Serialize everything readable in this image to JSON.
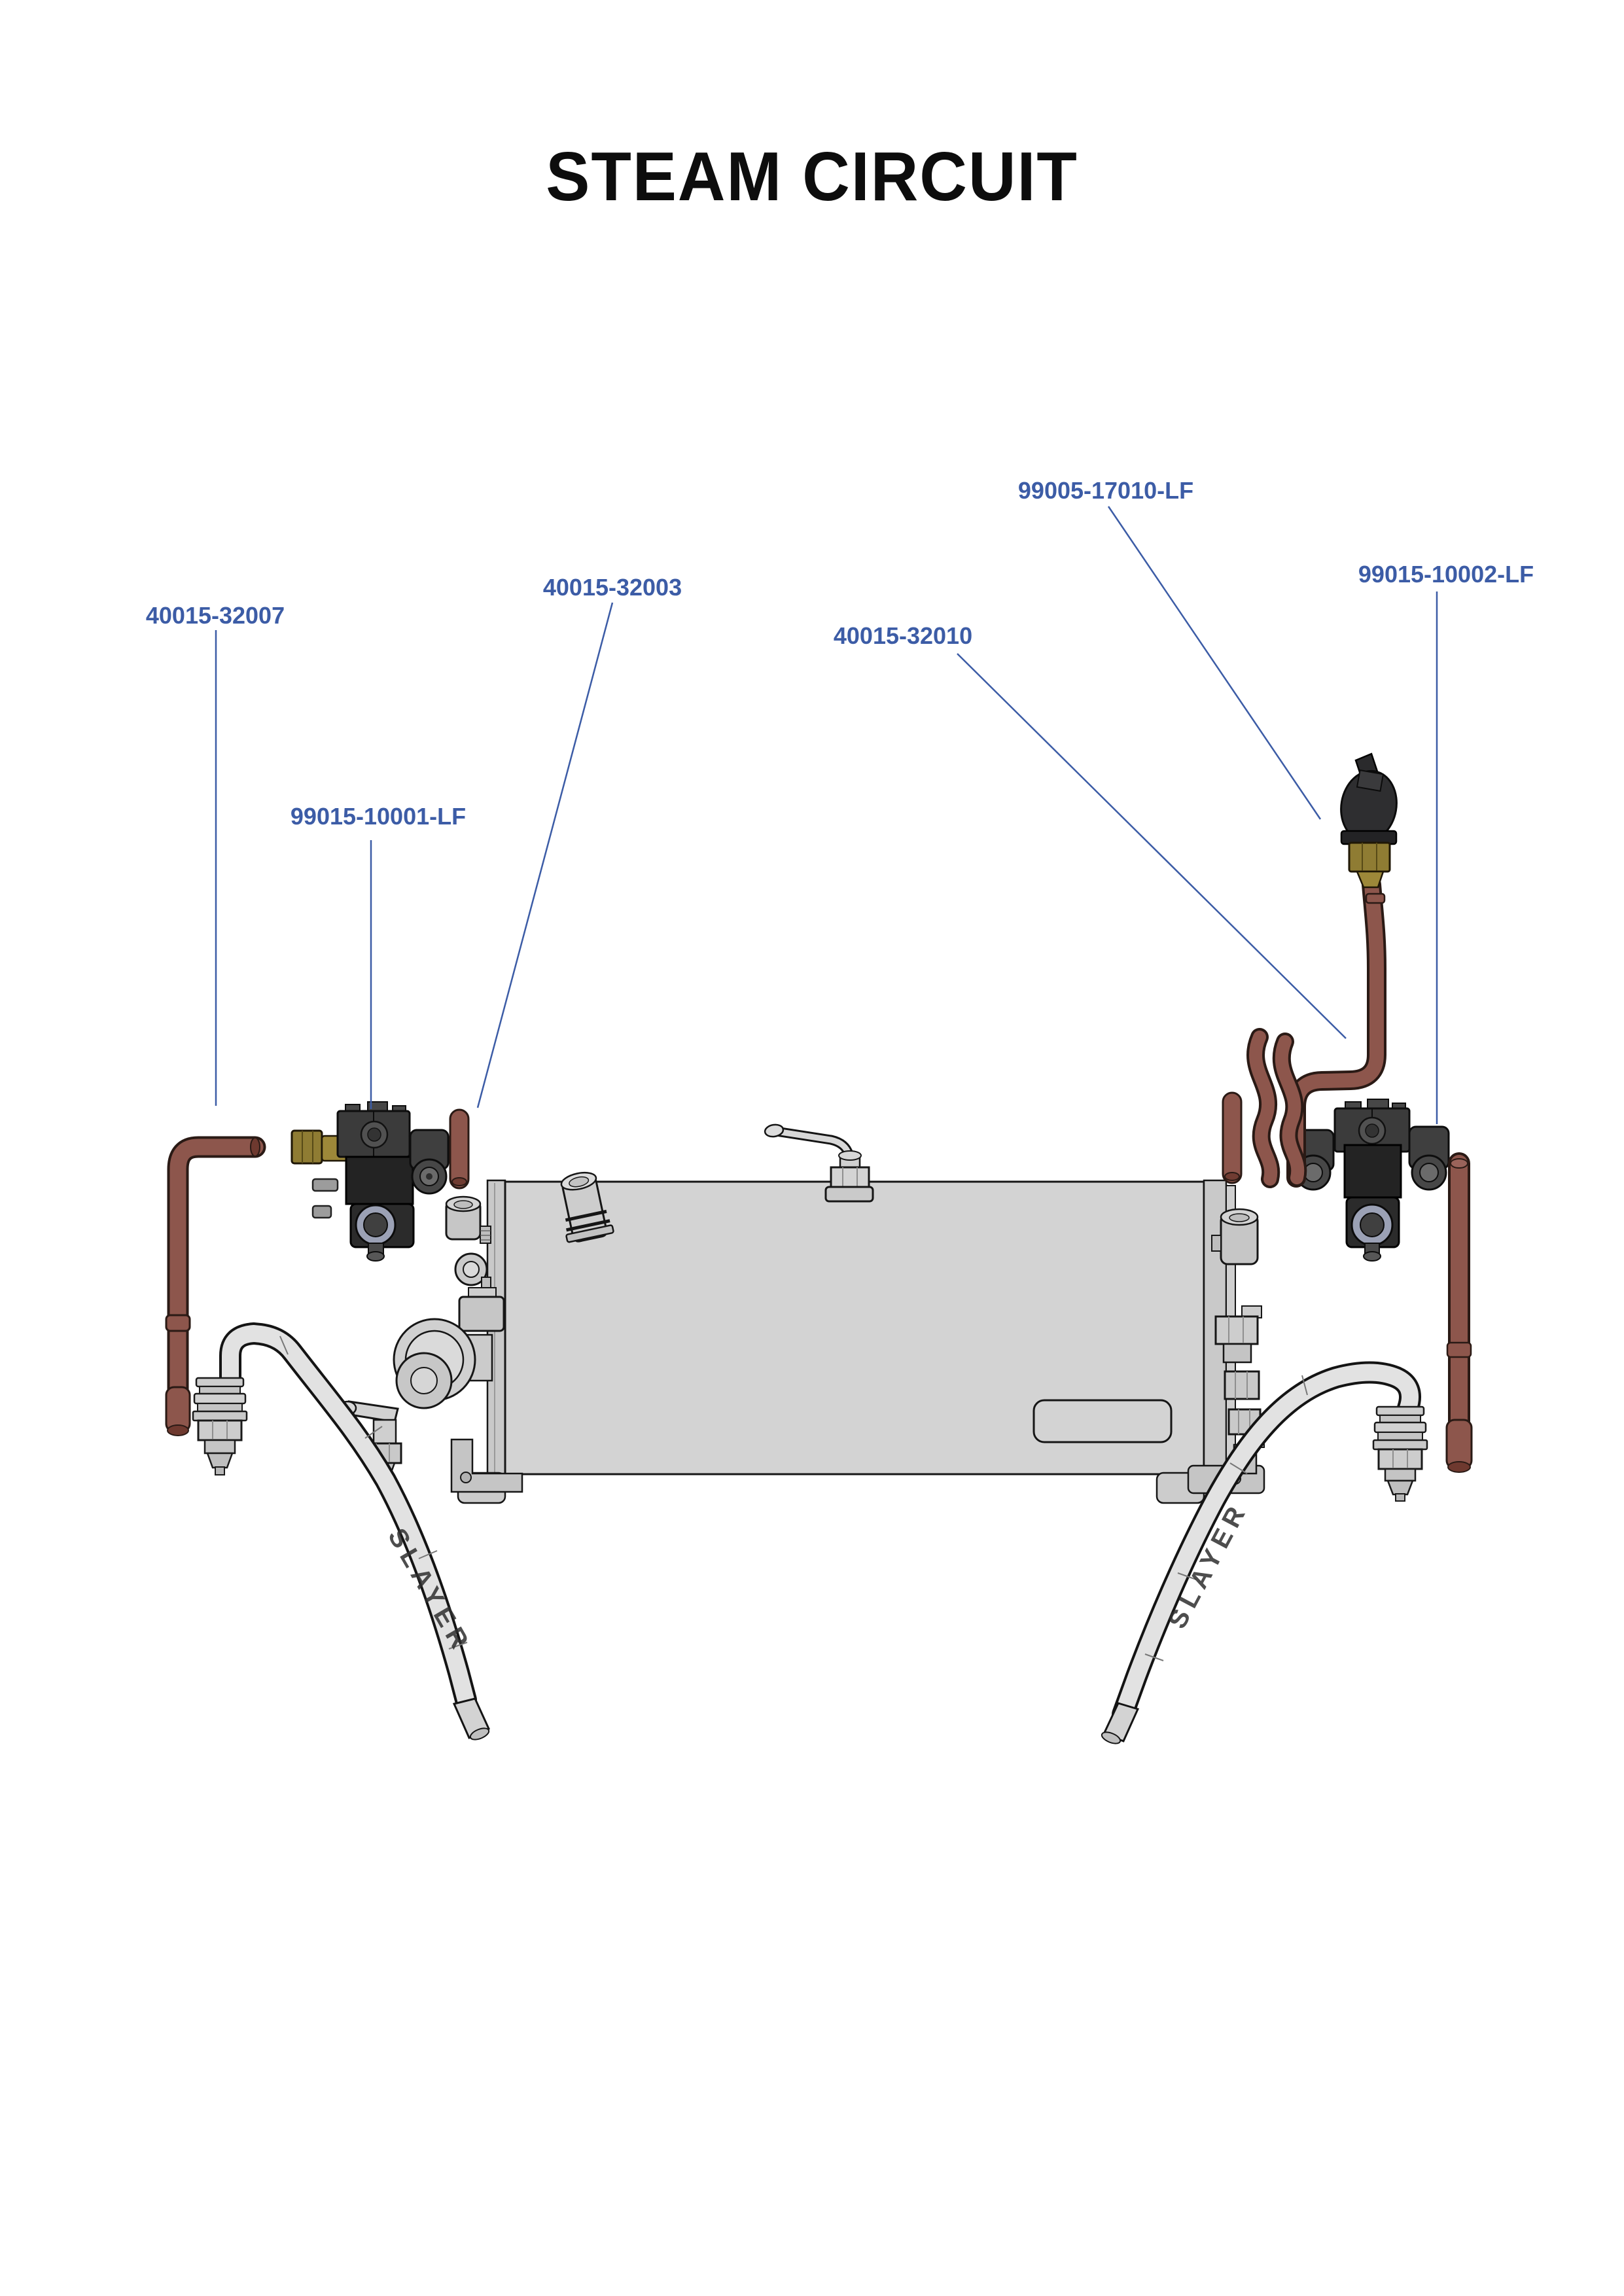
{
  "page_title": "STEAM CIRCUIT",
  "brand_text": "SLAYER",
  "colors": {
    "label_blue": "#3C5CA6",
    "copper": "#8D564C",
    "copper_dark": "#6E392F",
    "boiler_gray": "#D3D3D3",
    "valve_black": "#232323",
    "brass": "#8F7C33",
    "fitting_gray": "#C8C8C8",
    "hose_gray": "#E2E2E2",
    "outline": "#161616"
  },
  "part_labels": [
    {
      "part_number": "40015-32007"
    },
    {
      "part_number": "99015-10001-LF"
    },
    {
      "part_number": "40015-32003"
    },
    {
      "part_number": "40015-32010"
    },
    {
      "part_number": "99005-17010-LF"
    },
    {
      "part_number": "99015-10002-LF"
    }
  ]
}
